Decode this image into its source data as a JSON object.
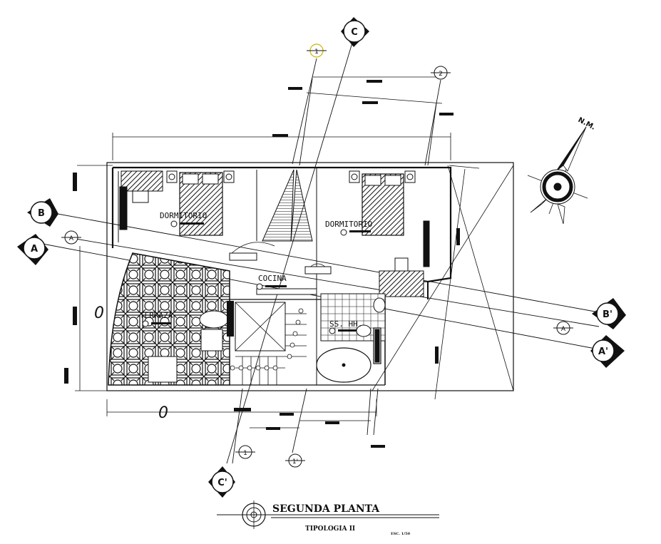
{
  "plan": {
    "title": "SEGUNDA PLANTA",
    "subtitle": "TIPOLOGIA II",
    "scale": "ESC. 1/50",
    "north": "N.M."
  },
  "rooms": {
    "dormitorio_left": "DORMITORIO",
    "dormitorio_right": "DORMITORIO",
    "cocina": "COCINA",
    "terraza": "TERRAZA",
    "ss_hh": "SS. HH."
  },
  "levels": {
    "left": "0",
    "bottom": "0"
  },
  "sections": {
    "a": "A",
    "a_prime": "A'",
    "b": "B",
    "b_prime": "B'",
    "c": "C",
    "c_prime": "C'",
    "a_small_left": "A",
    "a_small_right": "A"
  },
  "axes": {
    "top_1": "1",
    "top_2": "2",
    "bottom_1": "1",
    "bottom_1_prime": "1'"
  }
}
